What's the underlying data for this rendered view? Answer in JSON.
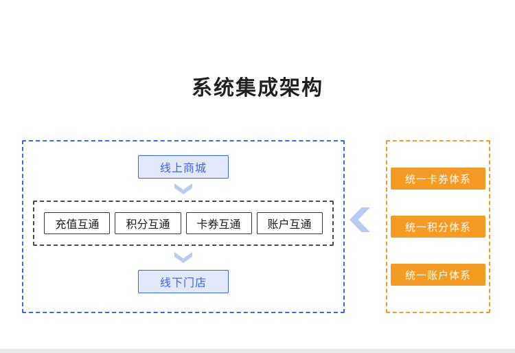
{
  "title": "系统集成架构",
  "left_panel": {
    "top_node": "线上商城",
    "interop_nodes": [
      "充值互通",
      "积分互通",
      "卡券互通",
      "账户互通"
    ],
    "bottom_node": "线下门店"
  },
  "right_panel": {
    "nodes": [
      "统一卡券体系",
      "统一积分体系",
      "统一账户体系"
    ]
  },
  "colors": {
    "primary_blue": "#3A65E8",
    "light_blue_fill": "#E1E9FB",
    "arrow_blue": "#B9CBF3",
    "orange": "#F59A23",
    "dark_border": "#4A4A4A"
  }
}
